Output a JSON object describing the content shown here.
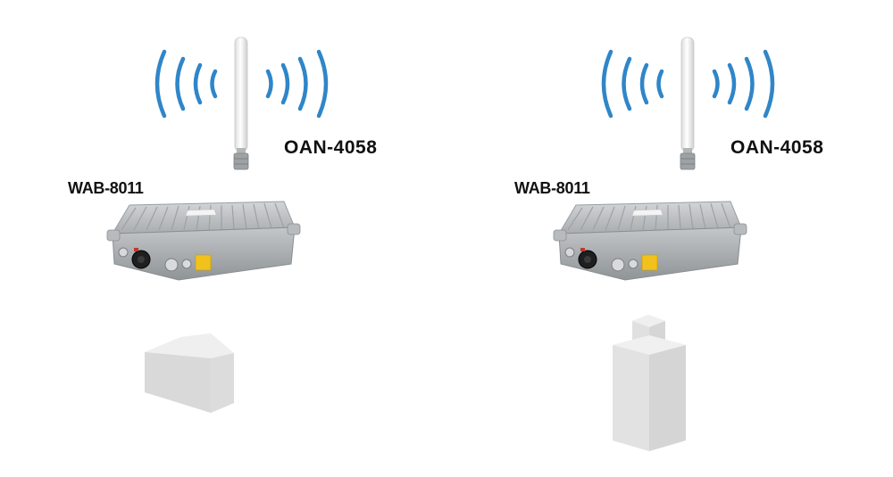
{
  "scenes": [
    {
      "antenna_label": "OAN-4058",
      "device_label": "WAB-8011",
      "building": "house-icon"
    },
    {
      "antenna_label": "OAN-4058",
      "device_label": "WAB-8011",
      "building": "tower-building-icon"
    }
  ],
  "colors": {
    "signal": "#2f86c8",
    "device_body": "#b9bcbe",
    "antenna": "#f2f2f2",
    "building": "#e2e2e2",
    "label_sticker": "#f1c21b"
  }
}
